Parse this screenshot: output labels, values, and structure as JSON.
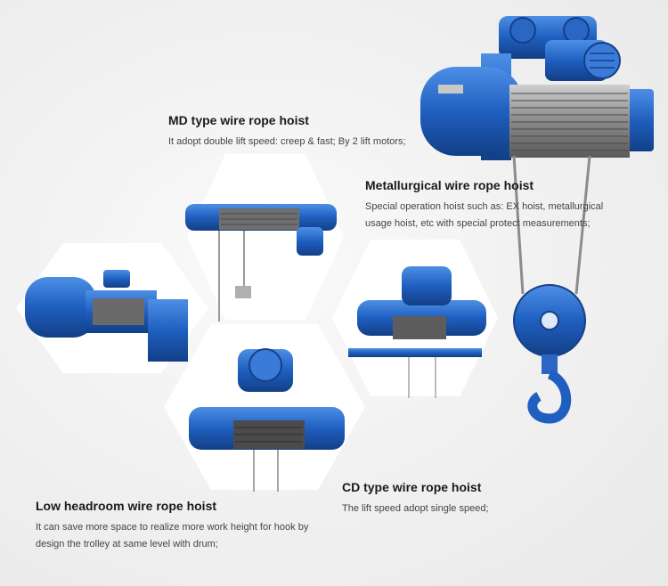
{
  "products": [
    {
      "id": "md",
      "title": "MD type wire rope hoist",
      "description": "It adopt double lift speed: creep & fast; By 2 lift motors;"
    },
    {
      "id": "metallurgical",
      "title": "Metallurgical wire rope hoist",
      "description": "Special operation hoist such as: EX hoist, metallurgical usage hoist, etc with special protect measurements;"
    },
    {
      "id": "cd",
      "title": "CD type wire rope hoist",
      "description": "The lift speed adopt single speed;"
    },
    {
      "id": "low-headroom",
      "title": "Low headroom wire rope hoist",
      "description": "It can save more space to realize more work height for hook by design the trolley at same level with drum;"
    }
  ],
  "colors": {
    "hoist_blue": "#1f5fbf",
    "hoist_dark": "#163f87",
    "drum": "#3c3c3c",
    "background": "#f1f1f1",
    "hex_fill": "#ffffff"
  },
  "icons": [
    "md-hoist-image",
    "metallurgical-hoist-image",
    "cd-hoist-image",
    "low-headroom-hoist-image",
    "large-hoist-image"
  ]
}
